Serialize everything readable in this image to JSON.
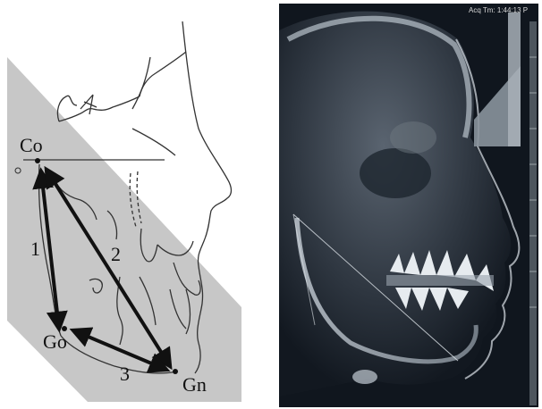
{
  "diagram": {
    "points": [
      {
        "id": "co",
        "label": "Co"
      },
      {
        "id": "go",
        "label": "Go"
      },
      {
        "id": "gn",
        "label": "Gn"
      }
    ],
    "measurements": [
      {
        "id": "m1",
        "label": "1"
      },
      {
        "id": "m2",
        "label": "2"
      },
      {
        "id": "m3",
        "label": "3"
      }
    ]
  },
  "xray": {
    "header_text": "Acq Tm: 1:44:13 P"
  }
}
